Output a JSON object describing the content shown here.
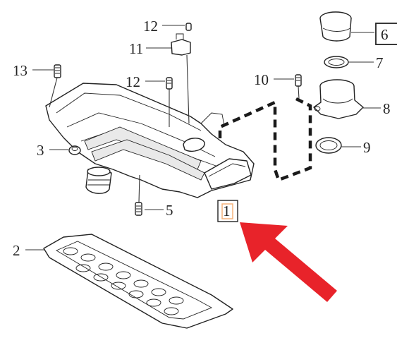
{
  "diagram": {
    "callouts": [
      {
        "id": "label-1",
        "text": "1",
        "boxed": true,
        "highlight": "#f5b27a"
      },
      {
        "id": "label-2",
        "text": "2"
      },
      {
        "id": "label-3",
        "text": "3"
      },
      {
        "id": "label-5",
        "text": "5"
      },
      {
        "id": "label-6",
        "text": "6",
        "boxed": true
      },
      {
        "id": "label-7",
        "text": "7"
      },
      {
        "id": "label-8",
        "text": "8"
      },
      {
        "id": "label-9",
        "text": "9"
      },
      {
        "id": "label-10",
        "text": "10"
      },
      {
        "id": "label-11",
        "text": "11"
      },
      {
        "id": "label-12a",
        "text": "12"
      },
      {
        "id": "label-12b",
        "text": "12"
      },
      {
        "id": "label-13",
        "text": "13"
      }
    ],
    "arrow_color": "#e8232a"
  }
}
